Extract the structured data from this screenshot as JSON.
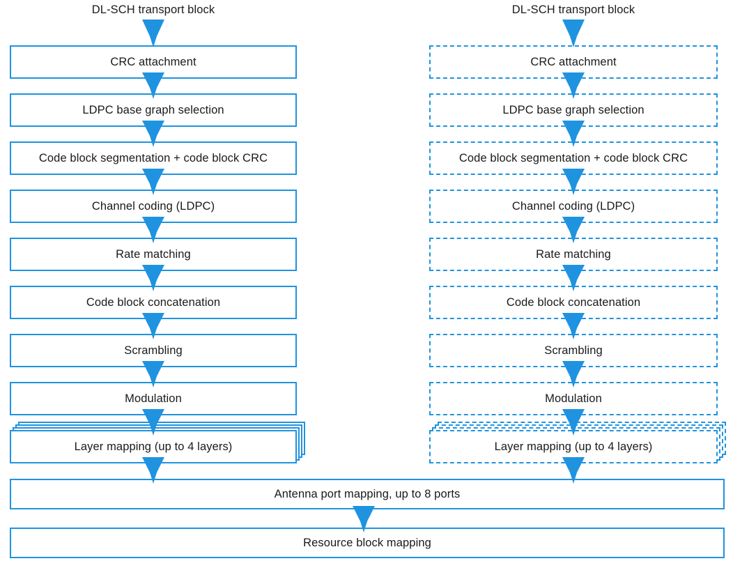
{
  "diagram": {
    "title_left": "DL-SCH transport block",
    "title_right": "DL-SCH transport block",
    "accent_color": "#1f93e0",
    "text_color": "#1a1a1a",
    "background_color": "#ffffff"
  },
  "left_chain": {
    "style": "solid",
    "steps": [
      {
        "label": "CRC attachment"
      },
      {
        "label": "LDPC base graph selection"
      },
      {
        "label": "Code block segmentation + code block CRC"
      },
      {
        "label": "Channel coding (LDPC)"
      },
      {
        "label": "Rate matching"
      },
      {
        "label": "Code block concatenation"
      },
      {
        "label": "Scrambling"
      },
      {
        "label": "Modulation"
      },
      {
        "label": "Layer mapping (up to 4 layers)",
        "stacked": true
      }
    ]
  },
  "right_chain": {
    "style": "dashed",
    "steps": [
      {
        "label": "CRC attachment"
      },
      {
        "label": "LDPC base graph selection"
      },
      {
        "label": "Code block segmentation + code block CRC"
      },
      {
        "label": "Channel coding (LDPC)"
      },
      {
        "label": "Rate matching"
      },
      {
        "label": "Code block concatenation"
      },
      {
        "label": "Scrambling"
      },
      {
        "label": "Modulation"
      },
      {
        "label": "Layer mapping (up to 4 layers)",
        "stacked": true
      }
    ]
  },
  "shared_steps": [
    {
      "label": "Antenna port mapping, up to 8 ports"
    },
    {
      "label": "Resource block mapping"
    }
  ],
  "icons": {
    "flow_arrow": "arrow-down-icon"
  }
}
